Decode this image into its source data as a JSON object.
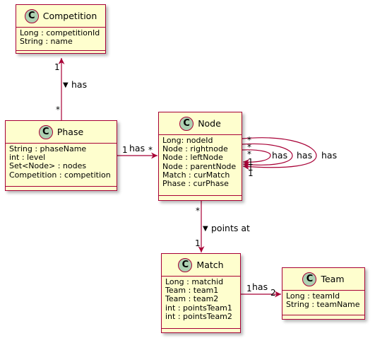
{
  "classes": {
    "competition": {
      "name": "Competition",
      "badge": "C",
      "attributes": [
        "Long : competitionId",
        "String : name"
      ]
    },
    "phase": {
      "name": "Phase",
      "badge": "C",
      "attributes": [
        "String : phaseName",
        "int : level",
        "Set<Node> : nodes",
        "Competition : competition"
      ]
    },
    "node": {
      "name": "Node",
      "badge": "C",
      "attributes": [
        "Long: nodeId",
        "Node : rightnode",
        "Node : leftNode",
        "Node : parentNode",
        "Match : curMatch",
        "Phase : curPhase"
      ]
    },
    "match": {
      "name": "Match",
      "badge": "C",
      "attributes": [
        "Long : matchid",
        "Team : team1",
        "Team : team2",
        "int : pointsTeam1",
        "int : pointsTeam2"
      ]
    },
    "team": {
      "name": "Team",
      "badge": "C",
      "attributes": [
        "Long : teamId",
        "String : teamName"
      ]
    }
  },
  "relations": {
    "phase_competition": {
      "label": "has",
      "direction_glyph": "▼",
      "from_mult": "*",
      "to_mult": "1"
    },
    "phase_node": {
      "label": "has",
      "from_mult": "1",
      "to_mult": "*"
    },
    "node_match": {
      "label": "points at",
      "direction_glyph": "▼",
      "from_mult": "*",
      "to_mult": "1"
    },
    "match_team": {
      "label": "has",
      "from_mult": "1",
      "to_mult": "2"
    },
    "node_self": [
      {
        "label": "has",
        "from_mult": "*",
        "to_mult": "1"
      },
      {
        "label": "has",
        "from_mult": "*",
        "to_mult": "1"
      },
      {
        "label": "has",
        "from_mult": "*",
        "to_mult": "1"
      }
    ]
  },
  "colors": {
    "border": "#A80036",
    "fill": "#FEFECE",
    "badge": "#ADD1B2"
  }
}
